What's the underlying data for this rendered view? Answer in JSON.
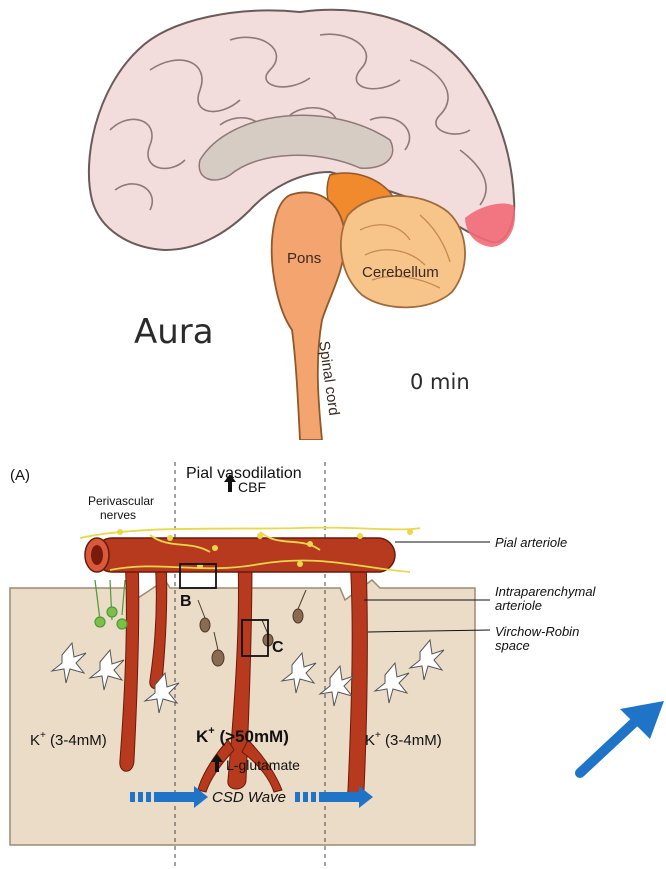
{
  "brain": {
    "title": "Aura",
    "time": "0 min",
    "labels": {
      "pons": "Pons",
      "cerebellum": "Cerebellum",
      "spinal_cord": "Spinal cord"
    },
    "colors": {
      "cortex": "#f3dcdc",
      "brainstem": "#f4a46e",
      "cerebellum": "#f7c48a",
      "midbrain": "#f08a2c",
      "aura_focus": "#f26a78",
      "deep": "#d7ccc3"
    }
  },
  "panel_a": {
    "panel_label": "(A)",
    "header": "Pial vasodilation",
    "cbf": "CBF",
    "perivascular": [
      "Perivascular",
      "nerves"
    ],
    "box_b": "B",
    "box_c": "C",
    "right_labels": {
      "pial": "Pial arteriole",
      "intra": [
        "Intraparenchymal",
        "arteriole"
      ],
      "vr": [
        "Virchow-Robin",
        "space"
      ]
    },
    "k_left": "K",
    "k_left_val": " (3-4mM)",
    "k_center": "K",
    "k_center_val": " (>50mM)",
    "k_right": "K",
    "k_right_val": " (3-4mM)",
    "k_sup": "+",
    "glutamate": "L-glutamate",
    "wave": "CSD Wave",
    "colors": {
      "tissue": "#ebdcc8",
      "vessel": "#b83a1e",
      "nerve": "#e8d84a",
      "arrow": "#1f74c8"
    }
  }
}
